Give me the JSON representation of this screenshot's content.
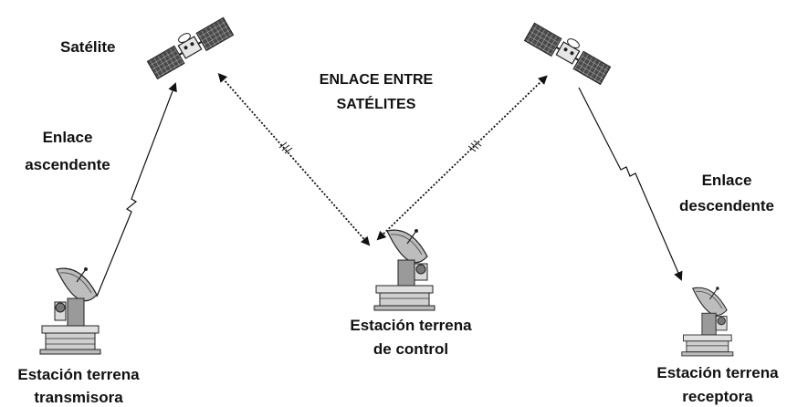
{
  "labels": {
    "satellite": "Satélite",
    "inter_link_line1": "ENLACE ENTRE",
    "inter_link_line2": "SATÉLITES",
    "uplink_line1": "Enlace",
    "uplink_line2": "ascendente",
    "downlink_line1": "Enlace",
    "downlink_line2": "descendente",
    "control_line1": "Estación terrena",
    "control_line2": "de control",
    "transmitter_line1": "Estación terrena",
    "transmitter_line2": "transmisora",
    "receiver_line1": "Estación terrena",
    "receiver_line2": "receptora"
  },
  "colors": {
    "ink": "#111111",
    "panel": "#555555",
    "background": "#ffffff"
  }
}
